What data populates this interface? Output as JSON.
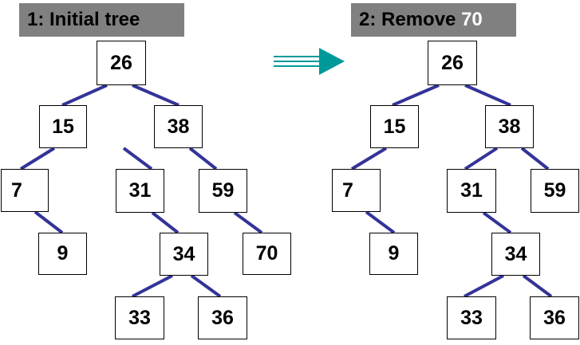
{
  "panels": [
    {
      "title": "1: Initial tree",
      "nodes": [
        "26",
        "15",
        "38",
        "7",
        "9",
        "31",
        "59",
        "34",
        "70",
        "33",
        "36"
      ]
    },
    {
      "title_prefix": "2: Remove ",
      "title_value": "70",
      "nodes": [
        "26",
        "15",
        "38",
        "7",
        "9",
        "31",
        "59",
        "34",
        "33",
        "36"
      ]
    }
  ],
  "colors": {
    "title_bg": "#808080",
    "title_highlight": "#ffffff",
    "edge": "#333399",
    "arrow": "#009999"
  },
  "arrow_icon": "right-arrow-icon"
}
